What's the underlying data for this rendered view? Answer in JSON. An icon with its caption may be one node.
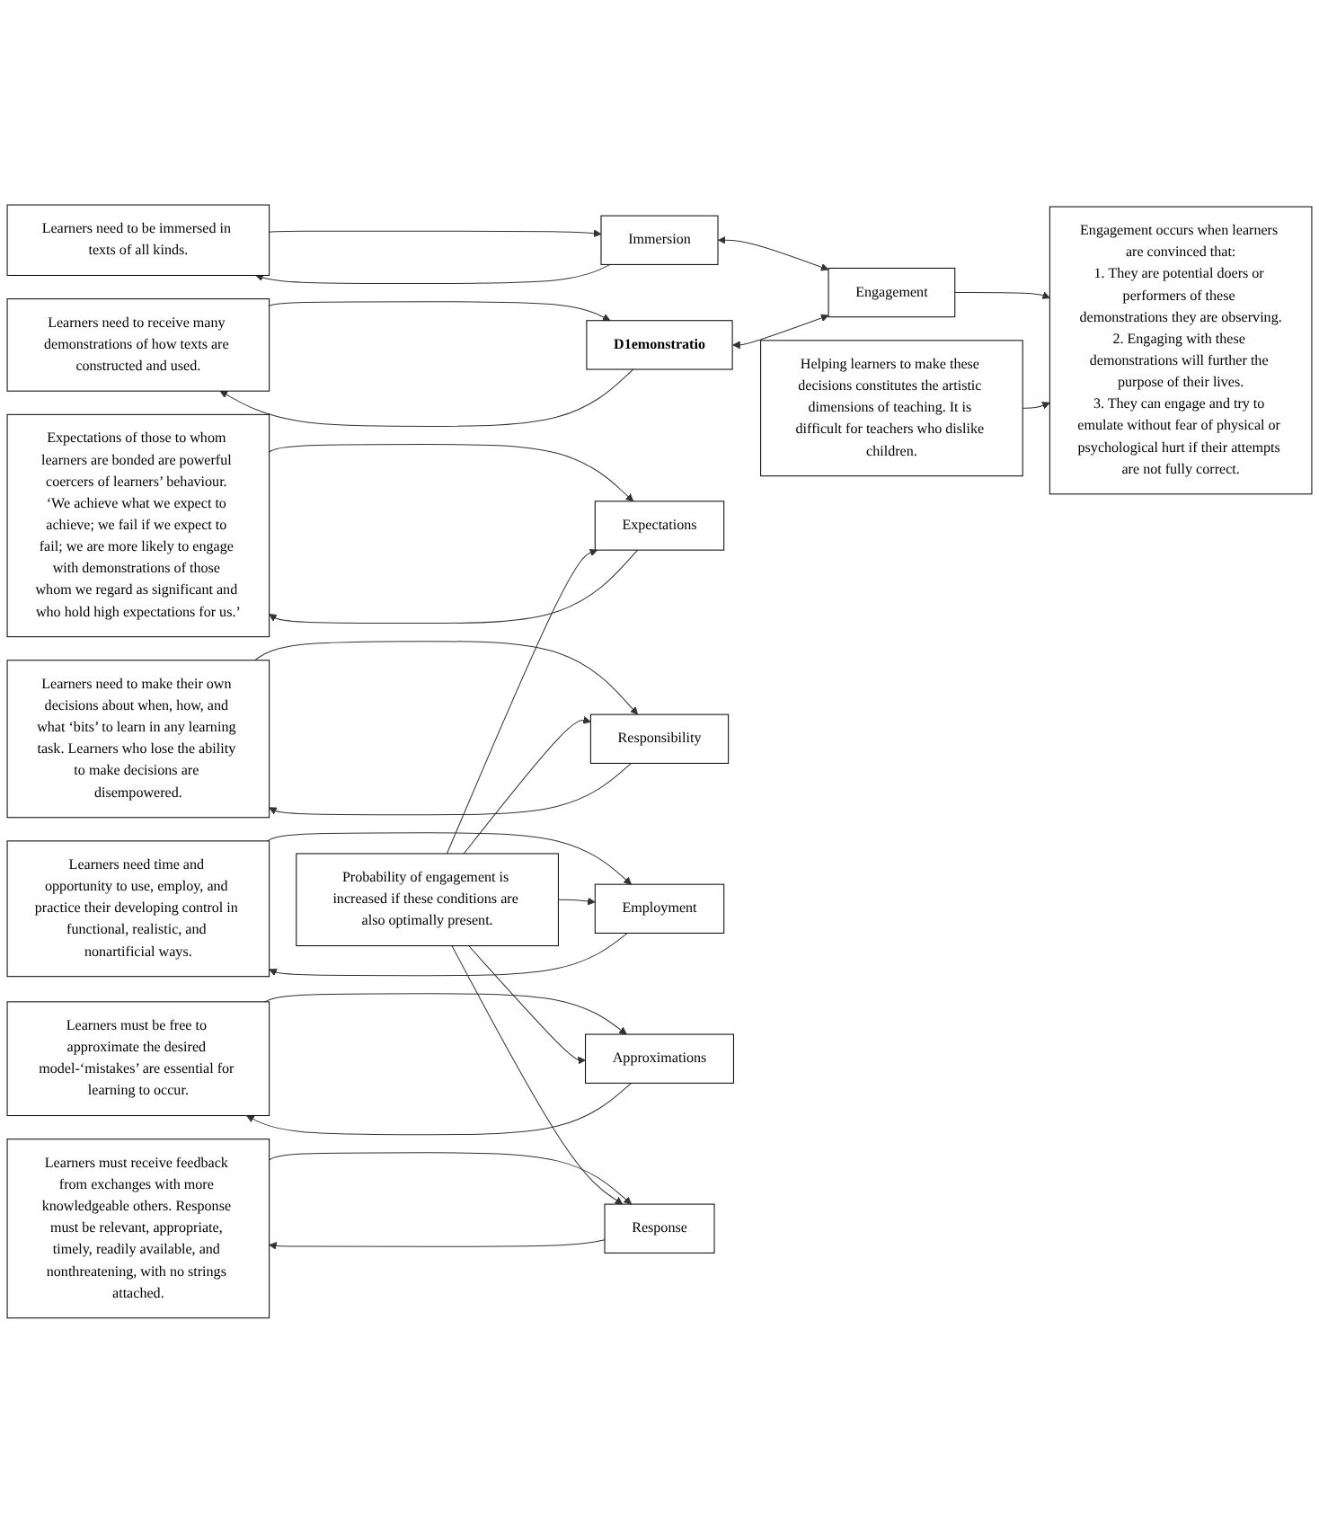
{
  "diagram": {
    "nodes": [
      {
        "text": [
          "Learners need to be immersed in texts of all kinds."
        ]
      },
      {
        "text": [
          "Immersion"
        ]
      },
      {
        "text": [
          "Engagement"
        ]
      },
      {
        "text": [
          "Learners need to receive many demonstrations of how texts are constructed and used."
        ]
      },
      {
        "text": [
          "D1emonstratio"
        ]
      },
      {
        "text": [
          "Expectations of those to whom learners are bonded are powerful coercers of learners’ behaviour. ‘We achieve what we expect to achieve; we fail if we expect to fail; we are more likely to engage with demonstrations of those whom we regard as significant and who hold high expectations for us.’"
        ]
      },
      {
        "text": [
          "Expectations"
        ]
      },
      {
        "text": [
          "Engagement occurs when learners are convinced that:",
          "1. They are potential doers or performers of these demonstrations they are observing.",
          "2. Engaging with these demonstrations will further the purpose of their lives.",
          "3. They can engage and try to emulate without fear of physical or psychological hurt if their attempts are not fully correct."
        ]
      },
      {
        "text": [
          "Probability of engagement is increased if these conditions are also optimally present."
        ]
      },
      {
        "text": [
          "Learners need to make their own decisions about when, how, and what ‘bits’ to learn in any learning task. Learners who lose the ability to make decisions are disempowered."
        ]
      },
      {
        "text": [
          "Responsibility"
        ]
      },
      {
        "text": [
          "Learners need time and opportunity to use, employ, and practice their developing control in functional, realistic, and nonartificial ways."
        ]
      },
      {
        "text": [
          "Employment"
        ]
      },
      {
        "text": [
          "Learners must be free to approximate the desired model-‘mistakes’ are essential for learning to occur."
        ]
      },
      {
        "text": [
          "Approximations"
        ]
      },
      {
        "text": [
          "Learners must receive feedback from exchanges with more knowledgeable others. Response must be relevant, appropriate, timely, readily available, and nonthreatening, with no strings attached."
        ]
      },
      {
        "text": [
          "Response"
        ]
      },
      {
        "text": [
          "Helping learners to make these decisions constitutes the artistic dimensions of teaching. It is difficult for teachers who dislike children."
        ]
      }
    ],
    "edges": [
      {
        "from": 1,
        "to": 0,
        "arrow": "to"
      },
      {
        "from": 0,
        "to": 1,
        "arrow": "to"
      },
      {
        "from": 1,
        "to": 2,
        "arrow": "both"
      },
      {
        "from": 4,
        "to": 3,
        "arrow": "to"
      },
      {
        "from": 3,
        "to": 4,
        "arrow": "to"
      },
      {
        "from": 4,
        "to": 2,
        "arrow": "both"
      },
      {
        "from": 6,
        "to": 5,
        "arrow": "to"
      },
      {
        "from": 5,
        "to": 6,
        "arrow": "to"
      },
      {
        "from": 2,
        "to": 7,
        "arrow": "to"
      },
      {
        "from": 8,
        "to": 6,
        "arrow": "to"
      },
      {
        "from": 10,
        "to": 9,
        "arrow": "to"
      },
      {
        "from": 9,
        "to": 10,
        "arrow": "to"
      },
      {
        "from": 8,
        "to": 10,
        "arrow": "to"
      },
      {
        "from": 12,
        "to": 11,
        "arrow": "to"
      },
      {
        "from": 11,
        "to": 12,
        "arrow": "to"
      },
      {
        "from": 8,
        "to": 12,
        "arrow": "to"
      },
      {
        "from": 14,
        "to": 13,
        "arrow": "to"
      },
      {
        "from": 13,
        "to": 14,
        "arrow": "to"
      },
      {
        "from": 8,
        "to": 14,
        "arrow": "to"
      },
      {
        "from": 16,
        "to": 15,
        "arrow": "to"
      },
      {
        "from": 15,
        "to": 16,
        "arrow": "to"
      },
      {
        "from": 8,
        "to": 16,
        "arrow": "to"
      },
      {
        "from": 17,
        "to": 7,
        "arrow": "to"
      }
    ]
  }
}
